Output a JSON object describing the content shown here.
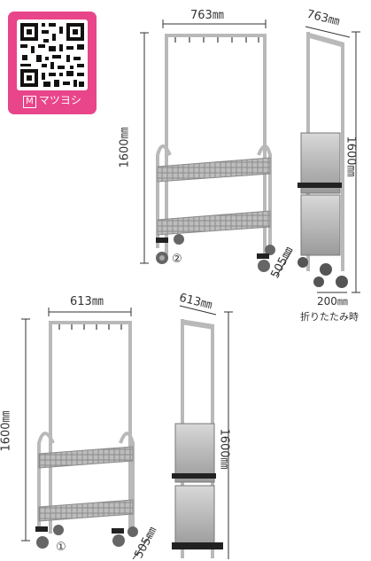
{
  "brand": {
    "logo_text": "マツヨシ",
    "logo_mark": "M",
    "qr_icon": "qr-code-icon"
  },
  "product_top": {
    "width_label": "763㎜",
    "height_label": "1600㎜",
    "number_marker": "②",
    "folded_width_label": "763㎜",
    "folded_height_label": "1600㎜",
    "depth_label": "505㎜",
    "folded_depth_label": "200㎜",
    "folded_caption": "折りたたみ時"
  },
  "product_bottom": {
    "width_label": "613㎜",
    "height_label": "1600㎜",
    "number_marker": "①",
    "folded_width_label": "613㎜",
    "folded_height_label": "1600㎜",
    "depth_label": "505㎜"
  },
  "colors": {
    "brand_pink": "#e8458a",
    "frame_silver": "#b9b9b9",
    "tray_gray": "#a7a7a7",
    "caster_black": "#222222"
  }
}
